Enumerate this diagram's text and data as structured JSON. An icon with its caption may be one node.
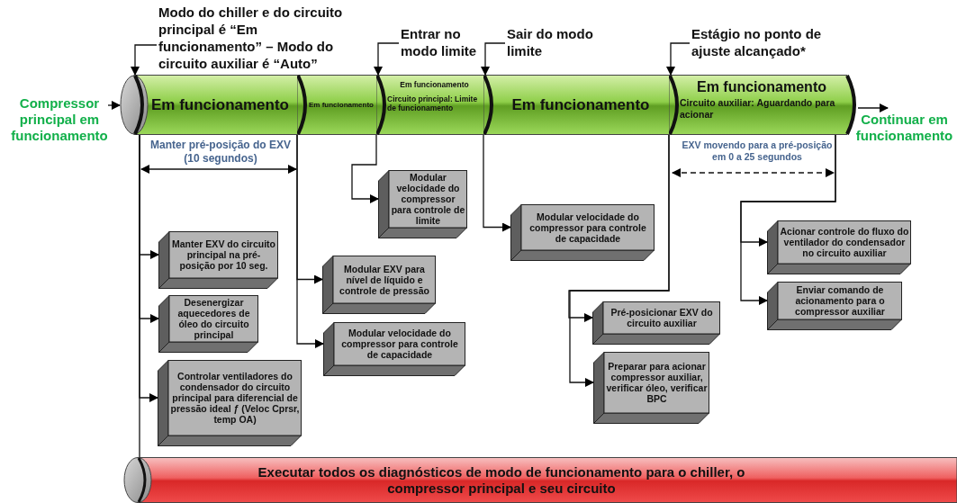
{
  "diagram": {
    "nodes": [
      {
        "text": [
          "Compressor principal em funcionamento"
        ]
      },
      {
        "text": [
          "Em funcionamento"
        ]
      },
      {
        "text": [
          "Em funcionamento"
        ]
      },
      {
        "text": [
          "Em funcionamento",
          "Circuito principal: Limite de funcionamento"
        ]
      },
      {
        "text": [
          "Em funcionamento"
        ]
      },
      {
        "text": [
          "Em funcionamento",
          "Circuito auxiliar: Aguardando para acionar"
        ]
      },
      {
        "text": [
          "Continuar em funcionamento"
        ]
      },
      {
        "text": [
          "Modo do chiller e do circuito principal é “Em funcionamento” – Modo do circuito auxiliar é “Auto”"
        ]
      },
      {
        "text": [
          "Entrar no modo limite"
        ]
      },
      {
        "text": [
          "Sair do modo limite"
        ]
      },
      {
        "text": [
          "Estágio no ponto de ajuste alcançado*"
        ]
      },
      {
        "text": [
          "Manter EXV do circuito principal na pré-posição por 10 seg."
        ]
      },
      {
        "text": [
          "Desenergizar aquecedores de óleo do circuito principal"
        ]
      },
      {
        "text": [
          "Controlar ventiladores do condensador do circuito principal para diferencial de pressão ideal ƒ (Veloc Cprsr, temp OA)"
        ]
      },
      {
        "text": [
          "Modular EXV para nível de líquido e controle de pressão"
        ]
      },
      {
        "text": [
          "Modular velocidade do compressor para controle de capacidade"
        ]
      },
      {
        "text": [
          "Modular velocidade do compressor para controle de limite"
        ]
      },
      {
        "text": [
          "Modular velocidade do compressor para controle de capacidade"
        ]
      },
      {
        "text": [
          "Pré-posicionar EXV do circuito auxiliar"
        ]
      },
      {
        "text": [
          "Preparar para acionar compressor auxiliar, verificar óleo, verificar BPC"
        ]
      },
      {
        "text": [
          "Acionar controle do fluxo do ventilador do condensador no circuito auxiliar"
        ]
      },
      {
        "text": [
          "Enviar comando de acionamento para o compressor auxiliar"
        ]
      },
      {
        "text": [
          "Executar todos os diagnósticos de modo de funcionamento para o chiller, o compressor principal e seu circuito"
        ]
      }
    ],
    "edges": [
      {
        "from": 0,
        "to": 1,
        "arrow": "to"
      },
      {
        "from": 5,
        "to": 6,
        "arrow": "to"
      },
      {
        "from": 7,
        "to": 1,
        "arrow": "to"
      },
      {
        "from": 8,
        "to": 3,
        "arrow": "to"
      },
      {
        "from": 9,
        "to": 4,
        "arrow": "to"
      },
      {
        "from": 10,
        "to": 5,
        "arrow": "to"
      },
      {
        "from": 1,
        "to": 11,
        "arrow": "to"
      },
      {
        "from": 1,
        "to": 12,
        "arrow": "to"
      },
      {
        "from": 1,
        "to": 13,
        "arrow": "to"
      },
      {
        "from": 1,
        "to": 22,
        "arrow": "none"
      },
      {
        "from": 2,
        "to": 14,
        "arrow": "to"
      },
      {
        "from": 2,
        "to": 15,
        "arrow": "to"
      },
      {
        "from": 3,
        "to": 16,
        "arrow": "to"
      },
      {
        "from": 4,
        "to": 17,
        "arrow": "to"
      },
      {
        "from": 5,
        "to": 18,
        "arrow": "to"
      },
      {
        "from": 5,
        "to": 19,
        "arrow": "to"
      },
      {
        "from": 5,
        "to": 20,
        "arrow": "to"
      },
      {
        "from": 5,
        "to": 21,
        "arrow": "to"
      }
    ],
    "labels": [
      "Manter pré-posição do EXV (10 segundos)",
      "EXV movendo para a pré-posição em 0 a 25 segundos"
    ]
  }
}
